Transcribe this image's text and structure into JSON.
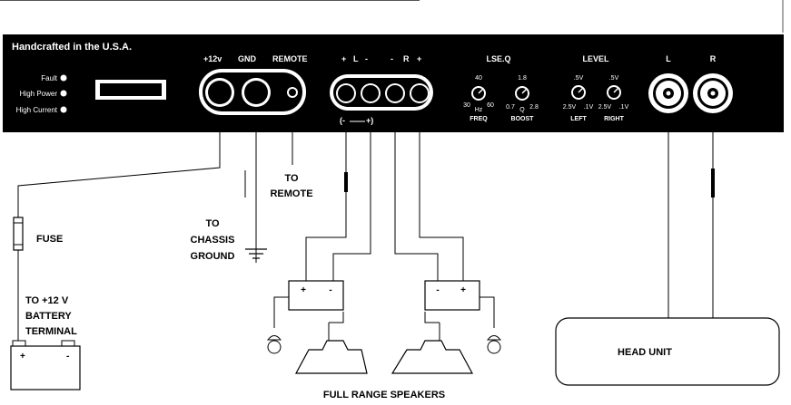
{
  "panel": {
    "brand_text": "Handcrafted in the U.S.A.",
    "indicators": [
      {
        "label": "Fault"
      },
      {
        "label": "High Power"
      },
      {
        "label": "High Current"
      }
    ],
    "power_terminals": {
      "plus12v": "+12v",
      "gnd": "GND",
      "remote": "REMOTE"
    },
    "speaker_terminals": {
      "left_plus": "+",
      "left_label": "L",
      "left_minus": "-",
      "right_minus": "-",
      "right_label": "R",
      "right_plus": "+",
      "sub_left": "(-",
      "sub_right": "+)"
    },
    "lseq": {
      "title": "LSE.Q",
      "freq": {
        "top": "40",
        "left": "30",
        "right": "60",
        "unit": "Hz",
        "caption": "FREQ"
      },
      "boost": {
        "top": "1.8",
        "left": "0.7",
        "mid": "Q",
        "right": "2.8",
        "caption": "BOOST"
      }
    },
    "level": {
      "title": "LEVEL",
      "left": {
        "top": ".5V",
        "low": "2.5V",
        "high": ".1V",
        "caption": "LEFT"
      },
      "right": {
        "top": ".5V",
        "low": "2.5V",
        "high": ".1V",
        "caption": "RIGHT"
      }
    },
    "rca": {
      "left": "L",
      "right": "R"
    }
  },
  "diagram": {
    "fuse_label": "FUSE",
    "battery_label": [
      "TO +12 V",
      "BATTERY",
      "TERMINAL"
    ],
    "battery_terminals": {
      "plus": "+",
      "minus": "-"
    },
    "chassis_label": [
      "TO",
      "CHASSIS",
      "GROUND"
    ],
    "remote_label": [
      "TO",
      "REMOTE"
    ],
    "speakers_label": "FULL RANGE SPEAKERS",
    "speaker_left_terms": {
      "plus": "+",
      "minus": "-"
    },
    "speaker_right_terms": {
      "minus": "-",
      "plus": "+"
    },
    "head_unit_label": "HEAD UNIT"
  }
}
